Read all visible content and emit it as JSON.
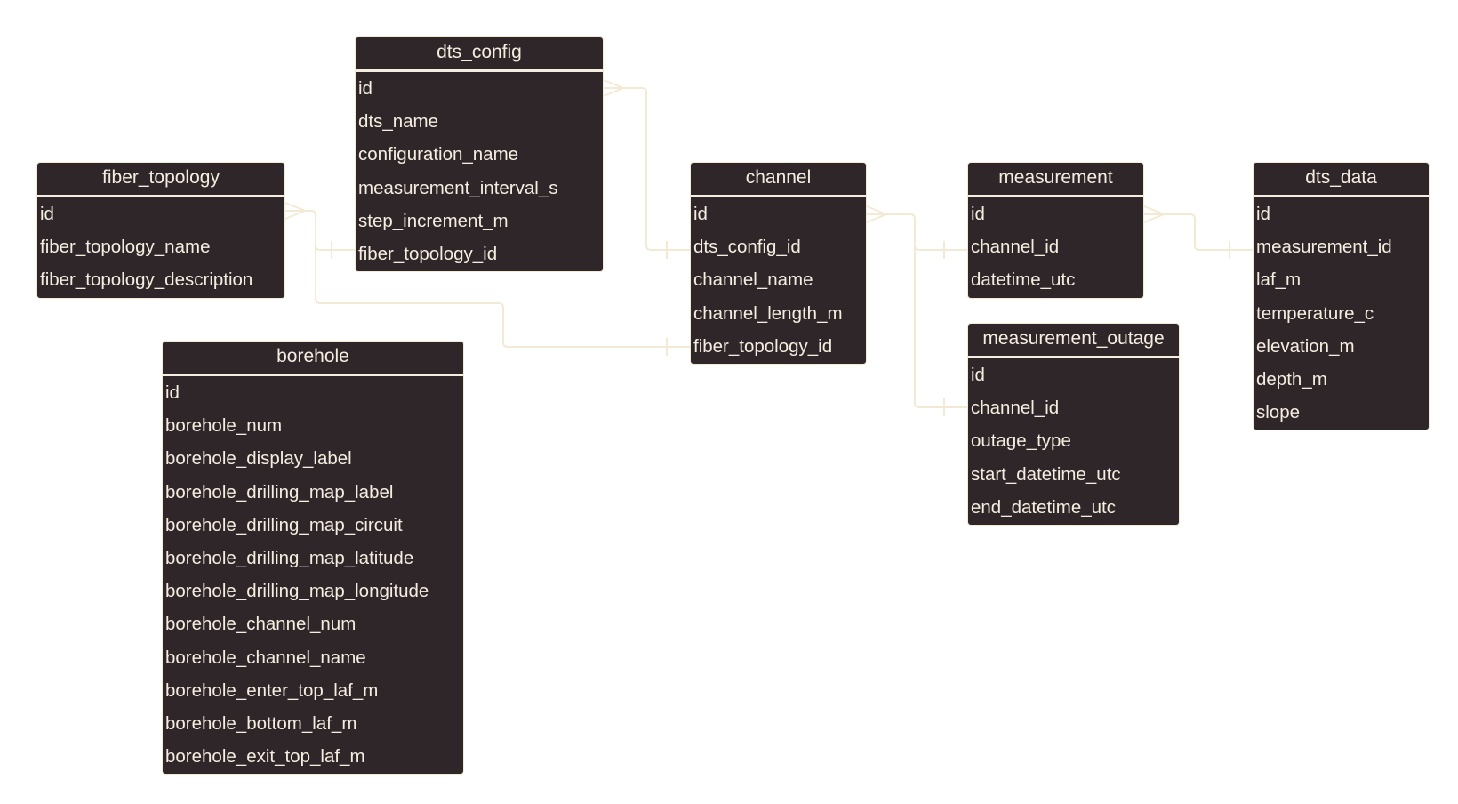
{
  "diagram_type": "entity-relationship",
  "colors": {
    "entity_fill": "#2f2629",
    "entity_text": "#f5eee0",
    "connector": "#f3ead6",
    "background": "#ffffff"
  },
  "entities": [
    {
      "key": "fiber-topology",
      "name": "fiber_topology",
      "fields": [
        "id",
        "fiber_topology_name",
        "fiber_topology_description"
      ]
    },
    {
      "key": "dts-config",
      "name": "dts_config",
      "fields": [
        "id",
        "dts_name",
        "configuration_name",
        "measurement_interval_s",
        "step_increment_m",
        "fiber_topology_id"
      ]
    },
    {
      "key": "borehole",
      "name": "borehole",
      "fields": [
        "id",
        "borehole_num",
        "borehole_display_label",
        "borehole_drilling_map_label",
        "borehole_drilling_map_circuit",
        "borehole_drilling_map_latitude",
        "borehole_drilling_map_longitude",
        "borehole_channel_num",
        "borehole_channel_name",
        "borehole_enter_top_laf_m",
        "borehole_bottom_laf_m",
        "borehole_exit_top_laf_m"
      ]
    },
    {
      "key": "channel",
      "name": "channel",
      "fields": [
        "id",
        "dts_config_id",
        "channel_name",
        "channel_length_m",
        "fiber_topology_id"
      ]
    },
    {
      "key": "measurement",
      "name": "measurement",
      "fields": [
        "id",
        "channel_id",
        "datetime_utc"
      ]
    },
    {
      "key": "measurement-outage",
      "name": "measurement_outage",
      "fields": [
        "id",
        "channel_id",
        "outage_type",
        "start_datetime_utc",
        "end_datetime_utc"
      ]
    },
    {
      "key": "dts-data",
      "name": "dts_data",
      "fields": [
        "id",
        "measurement_id",
        "laf_m",
        "temperature_c",
        "elevation_m",
        "depth_m",
        "slope"
      ]
    }
  ],
  "relationships": [
    {
      "from": "fiber_topology.id",
      "to": "dts_config.fiber_topology_id",
      "from_end": "many",
      "to_end": "one"
    },
    {
      "from": "fiber_topology.id",
      "to": "channel.fiber_topology_id",
      "from_end": "many",
      "to_end": "one"
    },
    {
      "from": "dts_config.id",
      "to": "channel.dts_config_id",
      "from_end": "many",
      "to_end": "one"
    },
    {
      "from": "channel.id",
      "to": "measurement.channel_id",
      "from_end": "many",
      "to_end": "one"
    },
    {
      "from": "channel.id",
      "to": "measurement_outage.channel_id",
      "from_end": "many",
      "to_end": "one"
    },
    {
      "from": "measurement.id",
      "to": "dts_data.measurement_id",
      "from_end": "many",
      "to_end": "one"
    }
  ]
}
